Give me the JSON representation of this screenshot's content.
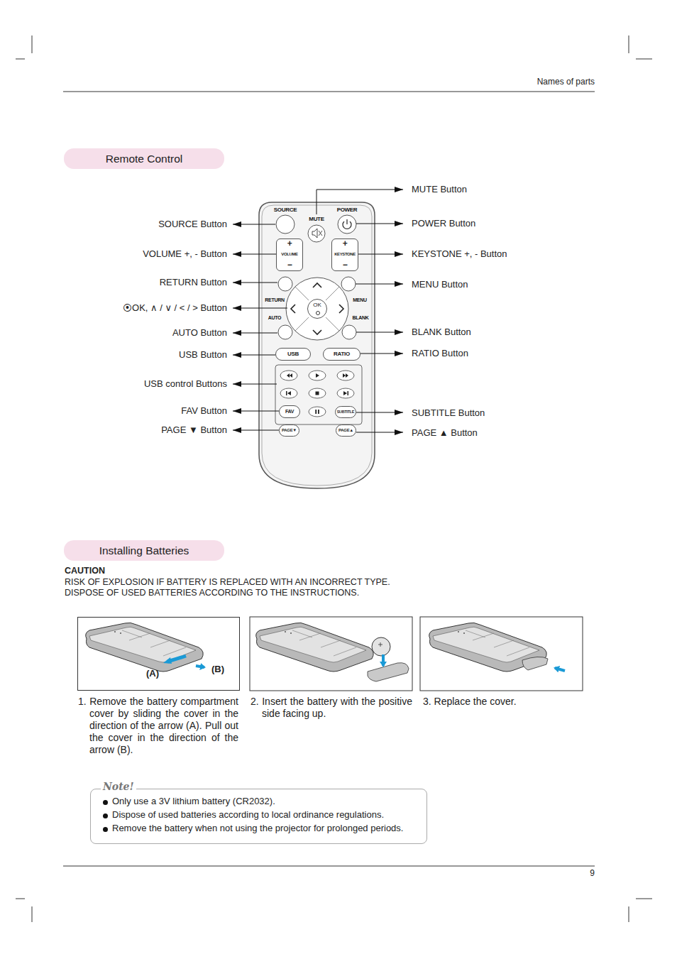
{
  "diagram": {
    "nodes": [
      {
        "text": [
          "Remote Control"
        ]
      },
      {
        "text": [
          "SOURCE"
        ]
      },
      {
        "text": [
          "MUTE"
        ]
      },
      {
        "text": [
          "POWER"
        ]
      },
      {
        "text": [
          "+",
          "VOLUME",
          "−"
        ]
      },
      {
        "text": [
          "+",
          "KEYSTONE",
          "−"
        ]
      },
      {
        "text": [
          "RETURN"
        ]
      },
      {
        "text": [
          "OK"
        ]
      },
      {
        "text": [
          "MENU"
        ]
      },
      {
        "text": [
          "AUTO"
        ]
      },
      {
        "text": [
          "BLANK"
        ]
      },
      {
        "text": [
          "USB"
        ]
      },
      {
        "text": [
          "RATIO"
        ]
      },
      {
        "text": [
          "FAV"
        ]
      },
      {
        "text": [
          "SUBTITLE"
        ]
      },
      {
        "text": [
          "PAGE▼"
        ]
      },
      {
        "text": [
          "PAGE▲"
        ]
      },
      {
        "text": [
          "Installing Batteries"
        ]
      },
      {
        "text": [
          "(A)",
          "(B)"
        ]
      },
      {
        "text": [
          "Note!",
          "Only use a 3V lithium battery (CR2032).",
          "Dispose of used batteries according to local ordinance regulations.",
          "Remove the battery when not using the projector for prolonged periods."
        ]
      }
    ],
    "labels": [
      "Names of parts",
      "MUTE Button",
      "SOURCE Button",
      "POWER Button",
      "VOLUME +, - Button",
      "KEYSTONE +, - Button",
      "RETURN Button",
      "MENU Button",
      "⦿OK, ∧ / ∨ / < / > Button",
      "AUTO Button",
      "BLANK Button",
      "USB Button",
      "RATIO Button",
      "USB control Buttons",
      "FAV Button",
      "SUBTITLE Button",
      "PAGE ▼ Button",
      "PAGE ▲ Button",
      "CAUTION",
      "RISK OF EXPLOSION IF BATTERY IS REPLACED WITH AN INCORRECT TYPE.",
      "DISPOSE OF USED BATTERIES ACCORDING TO THE INSTRUCTIONS.",
      "1. Remove the battery compartment cover by sliding the cover in the direction of the arrow (A). Pull out the cover in the direction of the arrow (B).",
      "2. Insert the battery with the positive side facing up.",
      "3. Replace the cover.",
      "9"
    ]
  }
}
